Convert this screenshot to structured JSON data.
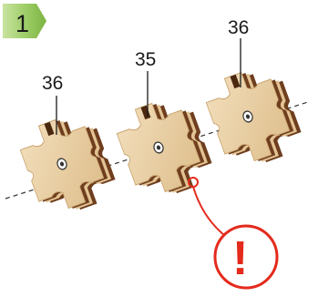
{
  "step_badge": {
    "number": "1",
    "color": "#8bc34a"
  },
  "parts": [
    {
      "number": "36"
    },
    {
      "number": "35"
    },
    {
      "number": "36"
    }
  ],
  "warning": {
    "symbol": "!",
    "icon": "warning-icon",
    "color": "#e42a1c"
  },
  "colors": {
    "wood_light": "#e9cfa3",
    "wood_dark": "#6e3e1e",
    "axis": "#333333"
  }
}
